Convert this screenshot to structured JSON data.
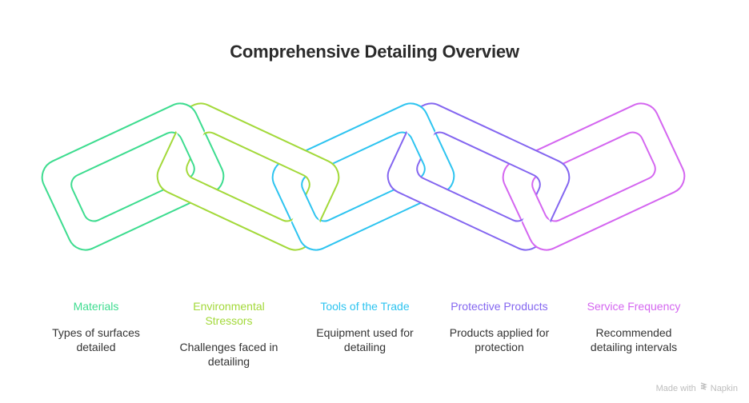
{
  "title": "Comprehensive Detailing Overview",
  "items": [
    {
      "title": "Materials",
      "description": "Types of surfaces detailed",
      "color": "#3ddc8f"
    },
    {
      "title": "Environmental Stressors",
      "description": "Challenges faced in detailing",
      "color": "#a3d93a"
    },
    {
      "title": "Tools of the Trade",
      "description": "Equipment used for detailing",
      "color": "#2ec4f0"
    },
    {
      "title": "Protective Products",
      "description": "Products applied for protection",
      "color": "#8466f0"
    },
    {
      "title": "Service Frequency",
      "description": "Recommended detailing intervals",
      "color": "#d466f0"
    }
  ],
  "footer": {
    "prefix": "Made with",
    "brand": "Napkin",
    "icon": "napkin-logo-icon",
    "color": "#bdbdbd"
  },
  "text_colors": {
    "heading": "#2b2b2b",
    "body": "#333333"
  }
}
